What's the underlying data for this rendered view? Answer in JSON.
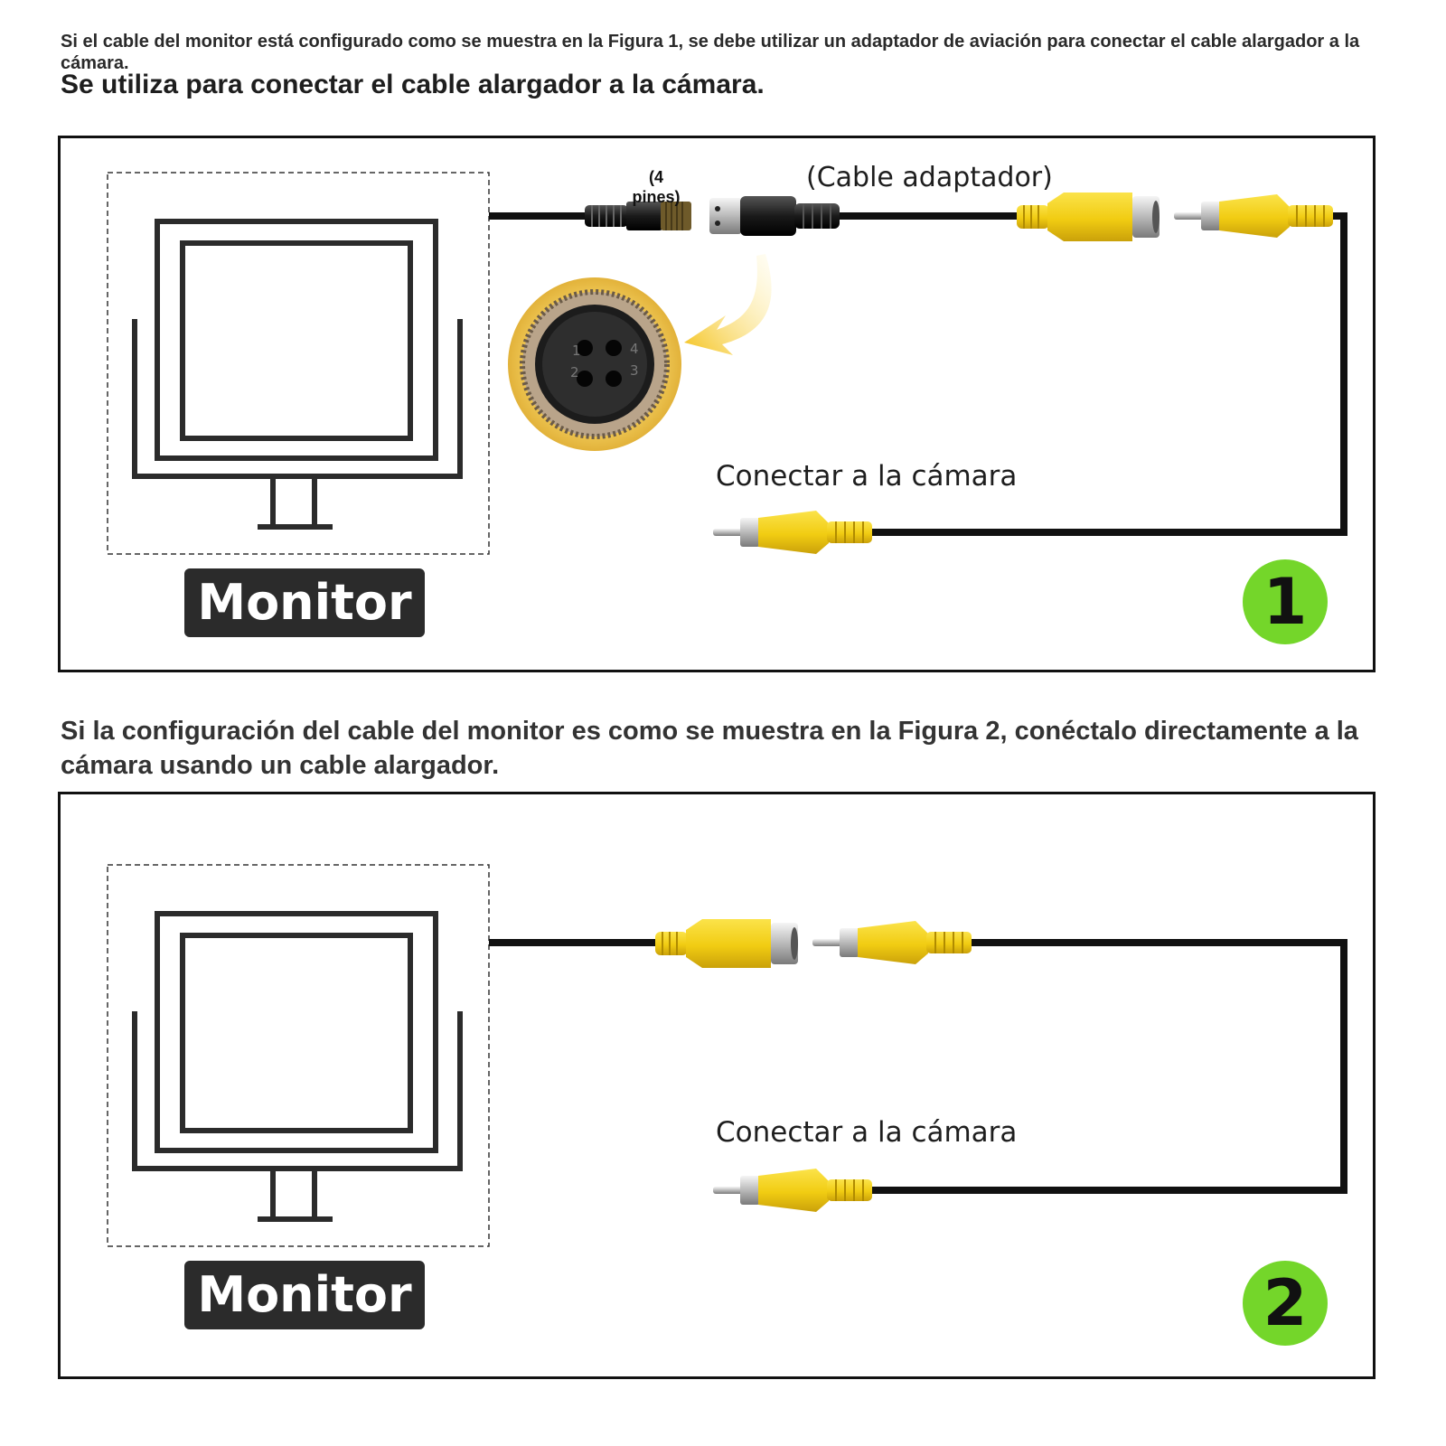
{
  "header": {
    "intro": "Si el cable del monitor está configurado como se muestra en la Figura 1, se debe utilizar un adaptador de aviación para conectar el cable alargador a la cámara.",
    "subhead": "Se utiliza para conectar el cable alargador a la cámara."
  },
  "figure1": {
    "monitor_label": "Monitor",
    "pins_label": "(4 pines)",
    "adapter_label": "(Cable adaptador)",
    "camera_label": "Conectar a la cámara",
    "badge": "1",
    "connector_pins": [
      "1",
      "2",
      "3",
      "4"
    ]
  },
  "middle_text": "Si la configuración del cable del monitor es como se muestra en la Figura 2, conéctalo directamente a la cámara usando un cable alargador.",
  "figure2": {
    "monitor_label": "Monitor",
    "camera_label": "Conectar a la cámara",
    "badge": "2"
  },
  "colors": {
    "rca_yellow": "#f3d21c",
    "badge_green": "#74d62a",
    "cable_black": "#111111"
  }
}
